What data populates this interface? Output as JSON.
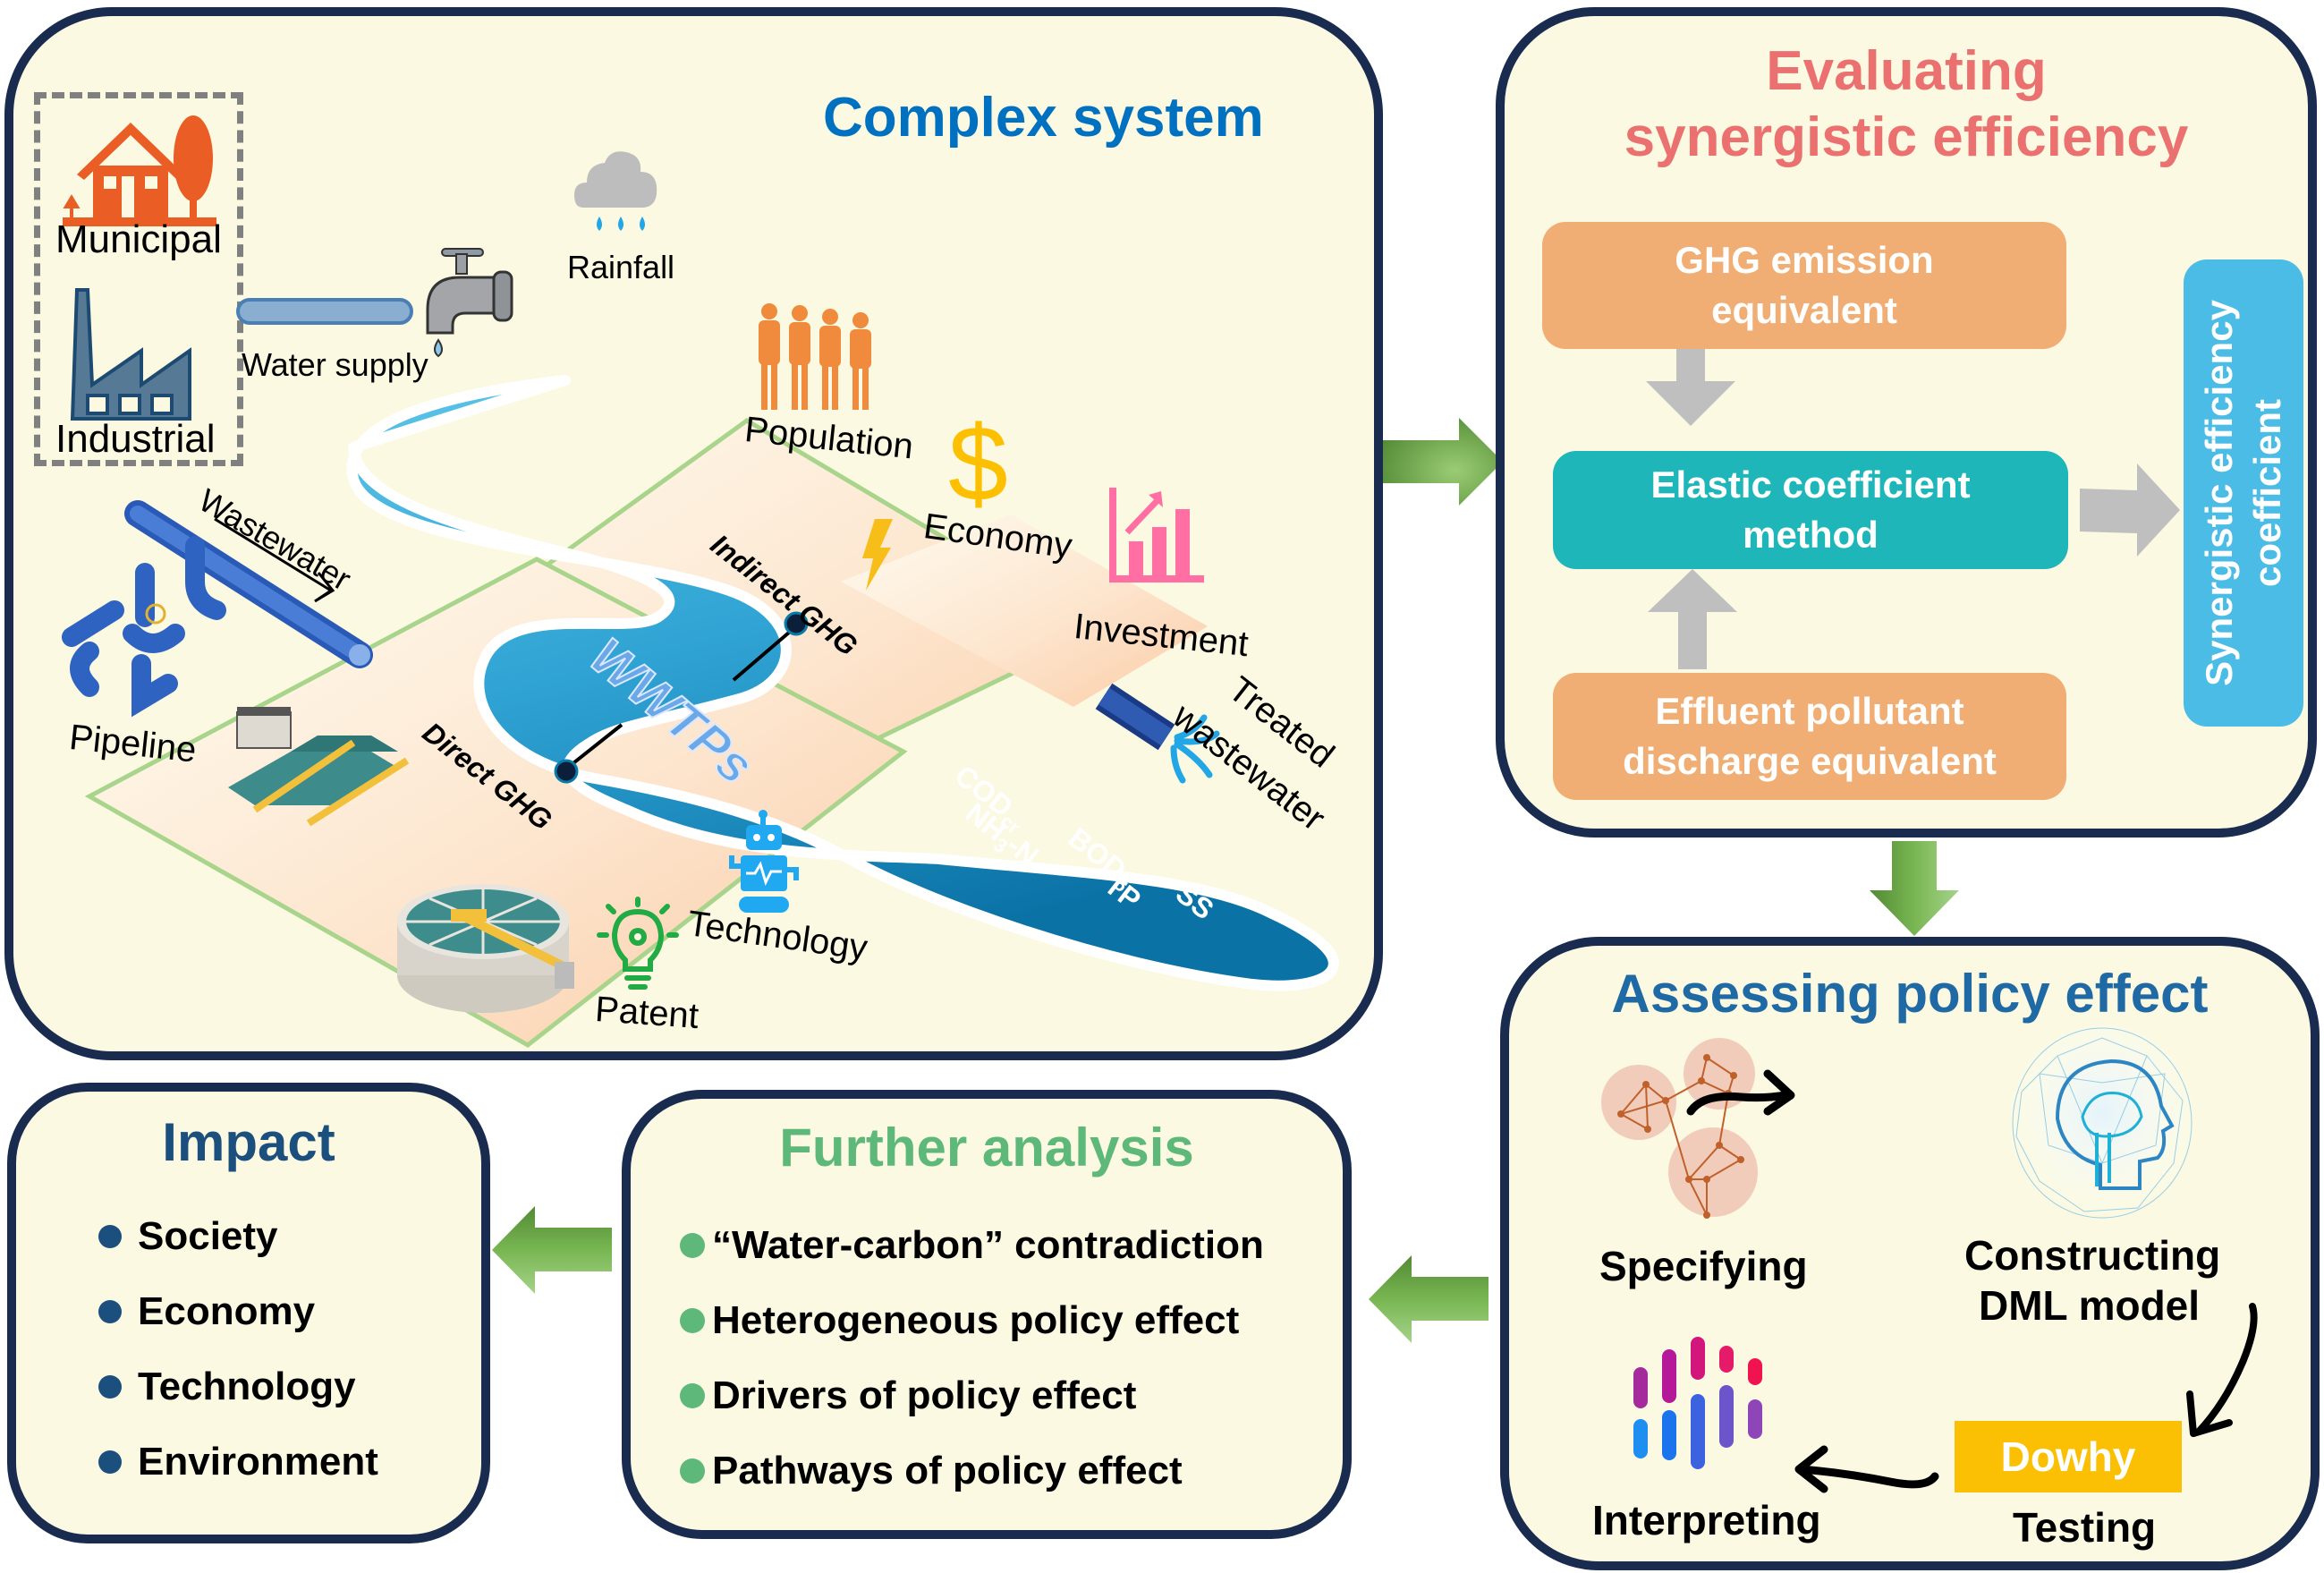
{
  "complex_system": {
    "title": "Complex system",
    "labels": {
      "municipal": "Municipal",
      "industrial": "Industrial",
      "water_supply": "Water supply",
      "rainfall": "Rainfall",
      "population": "Population",
      "economy": "Economy",
      "investment": "Investment",
      "wastewater": "Wastewater",
      "pipeline": "Pipeline",
      "indirect_ghg": "Indirect GHG",
      "direct_ghg": "Direct GHG",
      "wwtps": "WWTPs",
      "treated_1": "Treated",
      "treated_2": "wastewater",
      "technology": "Technology",
      "patent": "Patent"
    },
    "pollutants": {
      "cod": "COD",
      "cod_sub": "cr",
      "bod": "BOD",
      "bod_sub": "5",
      "nh3": "NH",
      "nh3_sub": "3",
      "nh3_suffix": "-N",
      "tp": "TP",
      "ss": "SS"
    }
  },
  "evaluating": {
    "title_line1": "Evaluating",
    "title_line2": "synergistic efficiency",
    "ghg_box_line1": "GHG emission",
    "ghg_box_line2": "equivalent",
    "elastic_box_line1": "Elastic coefficient",
    "elastic_box_line2": "method",
    "effluent_box_line1": "Effluent  pollutant",
    "effluent_box_line2": "discharge equivalent",
    "output_line1": "Synergistic efficiency",
    "output_line2": "coefficient"
  },
  "assessing": {
    "title": "Assessing policy effect",
    "steps": {
      "specifying": "Specifying",
      "constructing_line1": "Constructing",
      "constructing_line2": "DML model",
      "dowhy": "Dowhy",
      "testing": "Testing",
      "interpreting": "Interpreting"
    }
  },
  "further_analysis": {
    "title": "Further analysis",
    "items": [
      "“Water-carbon” contradiction",
      "Heterogeneous policy effect",
      "Drivers of policy effect",
      "Pathways of policy effect"
    ]
  },
  "impact": {
    "title": "Impact",
    "items": [
      "Society",
      "Economy",
      "Technology",
      "Environment"
    ]
  },
  "colors": {
    "panel_border": "#1a2b50",
    "panel_fill": "#fbf9e1",
    "complex_title": "#0070c0",
    "evaluating_title": "#eb7070",
    "assessing_title": "#1f6aa5",
    "further_title": "#5eb87a",
    "impact_title": "#1b4f7e",
    "orange_box": "#f0ae74",
    "teal_box": "#1fb6b9",
    "blue_box": "#4bbce6",
    "dowhy_box": "#fbbf04",
    "flow_arrow": "#72b04a",
    "gray_arrow": "#bfbfbf"
  }
}
